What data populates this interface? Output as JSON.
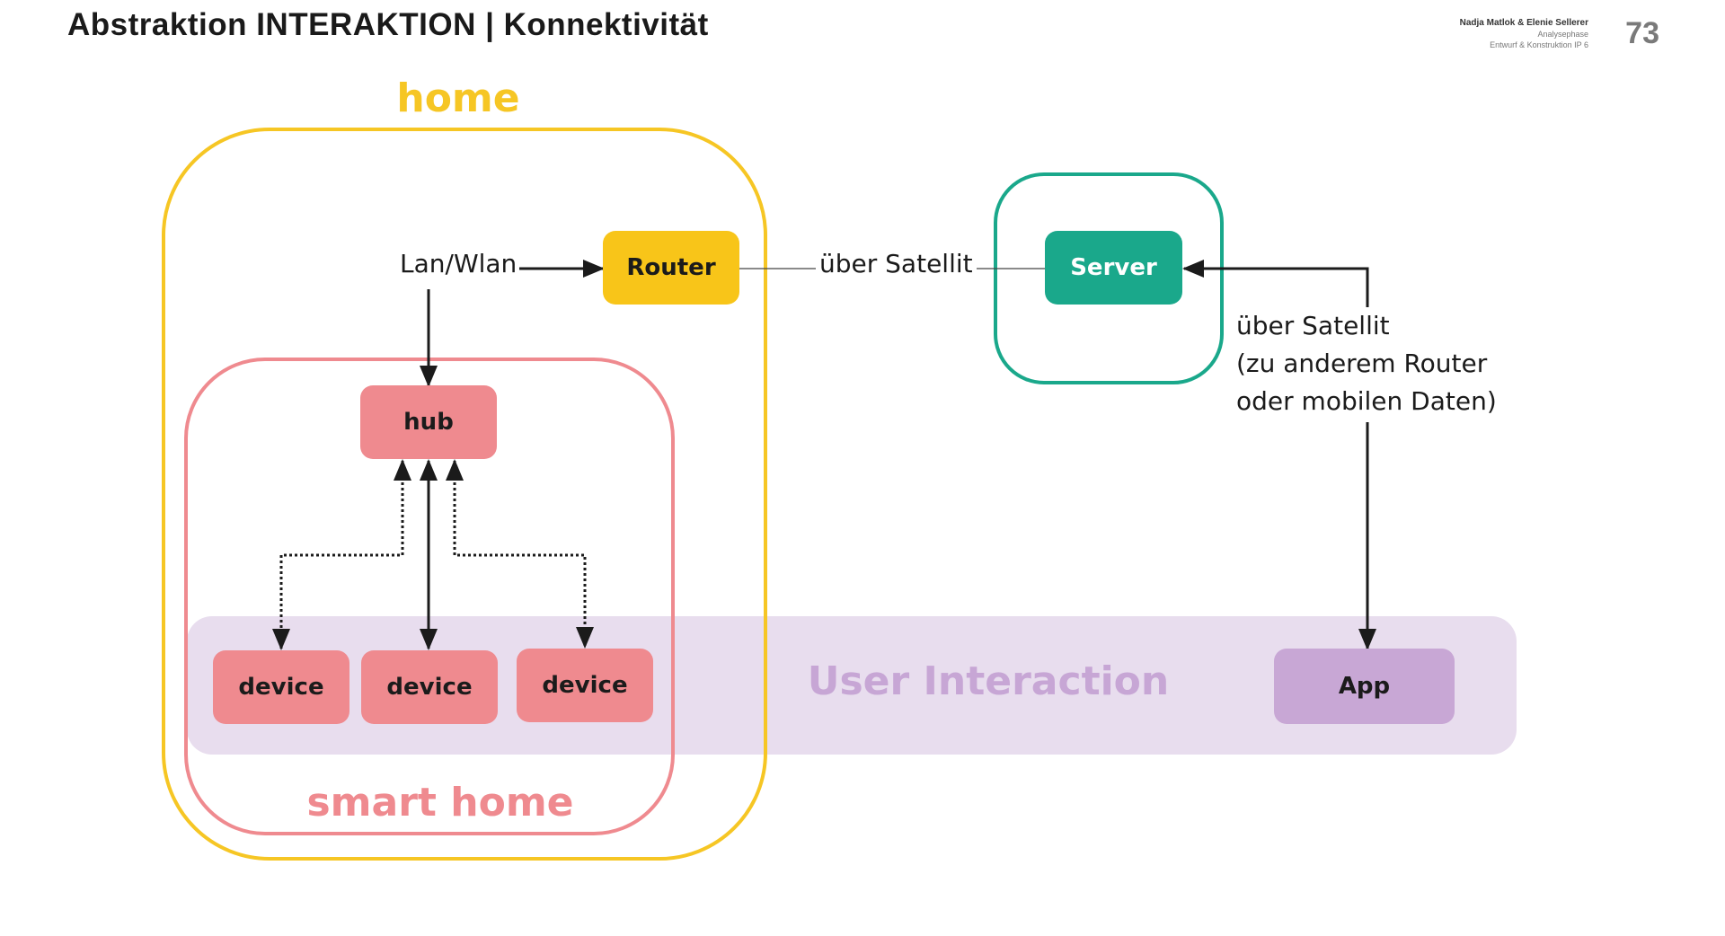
{
  "header": {
    "title": "Abstraktion INTERAKTION | Konnektivität",
    "authors": "Nadja Matlok & Elenie Sellerer",
    "phase": "Analysephase",
    "course": "Entwurf & Konstruktion  IP 6",
    "page_number": "73"
  },
  "diagram": {
    "containers": {
      "home": "home",
      "smart_home": "smart home",
      "user_interaction": "User Interaction"
    },
    "nodes": {
      "router": "Router",
      "server": "Server",
      "hub": "hub",
      "device_1": "device",
      "device_2": "device",
      "device_3": "device",
      "app": "App"
    },
    "labels": {
      "lan_wlan": "Lan/Wlan",
      "satellite": "über Satellit",
      "satellite_app": [
        "über Satellit",
        "(zu anderem Router",
        "oder mobilen Daten)"
      ]
    },
    "colors": {
      "home": "#f6c624",
      "smart_home": "#ef8a8f",
      "server": "#1aa88b",
      "user_interaction_band": "#e8ddee",
      "app": "#c8a7d5",
      "user_interaction_text": "#c7a6d5"
    }
  }
}
